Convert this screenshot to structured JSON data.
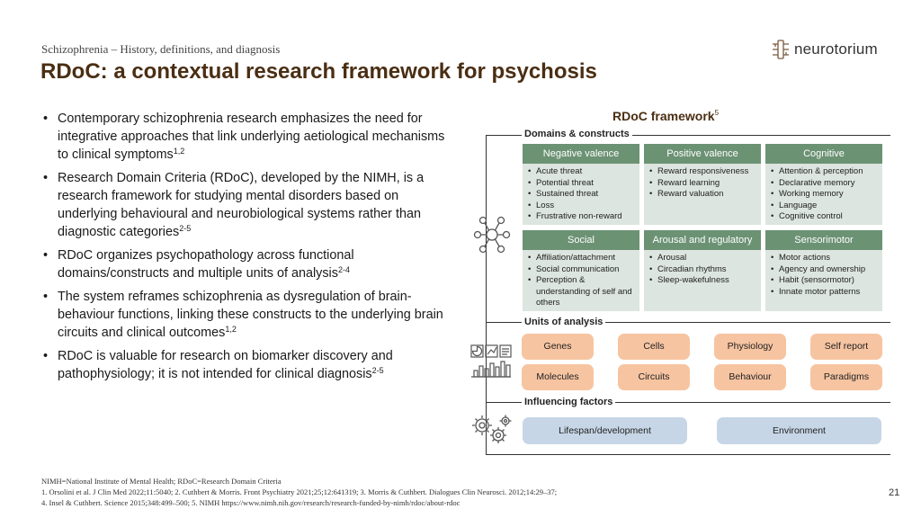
{
  "header": {
    "subtitle": "Schizophrenia – History, definitions, and diagnosis",
    "title": "RDoC: a contextual research framework for psychosis",
    "logo_text": "neurotorium"
  },
  "bullets": [
    {
      "text": "Contemporary schizophrenia research emphasizes the need for integrative approaches that link underlying aetiological mechanisms to clinical symptoms",
      "ref": "1,2"
    },
    {
      "text": "Research Domain Criteria (RDoC), developed by the NIMH, is a research framework for studying mental disorders based on underlying behavioural and neurobiological systems rather than diagnostic categories",
      "ref": "2-5"
    },
    {
      "text": "RDoC organizes psychopathology across functional domains/constructs and multiple units of analysis",
      "ref": "2-4"
    },
    {
      "text": "The system reframes schizophrenia as dysregulation of brain-behaviour functions, linking these constructs to the underlying brain circuits and clinical outcomes",
      "ref": "1,2"
    },
    {
      "text": "RDoC is valuable for research on biomarker discovery and pathophysiology; it is not intended for clinical diagnosis",
      "ref": "2-5"
    }
  ],
  "framework": {
    "title": "RDoC framework",
    "title_ref": "5",
    "domains_label": "Domains & constructs",
    "domains": [
      {
        "name": "Negative valence",
        "items": [
          "Acute threat",
          "Potential threat",
          "Sustained threat",
          "Loss",
          "Frustrative non-reward"
        ]
      },
      {
        "name": "Positive valence",
        "items": [
          "Reward responsiveness",
          "Reward learning",
          "Reward valuation"
        ]
      },
      {
        "name": "Cognitive",
        "items": [
          "Attention & perception",
          "Declarative memory",
          "Working memory",
          "Language",
          "Cognitive control"
        ]
      },
      {
        "name": "Social",
        "items": [
          "Affiliation/attachment",
          "Social communication",
          "Perception & understanding of self and others"
        ]
      },
      {
        "name": "Arousal and regulatory",
        "items": [
          "Arousal",
          "Circadian rhythms",
          "Sleep-wakefulness"
        ]
      },
      {
        "name": "Sensorimotor",
        "items": [
          "Motor actions",
          "Agency and ownership",
          "Habit (sensormotor)",
          "Innate motor patterns"
        ]
      }
    ],
    "units_label": "Units of analysis",
    "units": [
      "Genes",
      "Cells",
      "Physiology",
      "Self report",
      "Molecules",
      "Circuits",
      "Behaviour",
      "Paradigms"
    ],
    "factors_label": "Influencing factors",
    "factors": [
      "Lifespan/development",
      "Environment"
    ],
    "icons": [
      "network-icon",
      "charts-icon",
      "gears-icon"
    ]
  },
  "footnotes": [
    "NIMH=National Institute of Mental Health; RDoC=Research Domain Criteria",
    "1. Orsolini et al. J Clin Med 2022;11:5040; 2. Cuthbert & Morris. Front Psychiatry 2021;25;12:641319; 3. Morris & Cuthbert. Dialogues Clin Neurosci. 2012;14:29–37;",
    "4. Insel & Cuthbert. Science 2015;348:499–500; 5. NIMH https://www.nimh.nih.gov/research/research-funded-by-nimh/rdoc/about-rdoc"
  ],
  "page_number": "21",
  "colors": {
    "title": "#4a2e13",
    "domain_header": "#6c9274",
    "domain_body": "#dce5df",
    "unit_box": "#f7c4a1",
    "factor_box": "#c6d6e6"
  }
}
